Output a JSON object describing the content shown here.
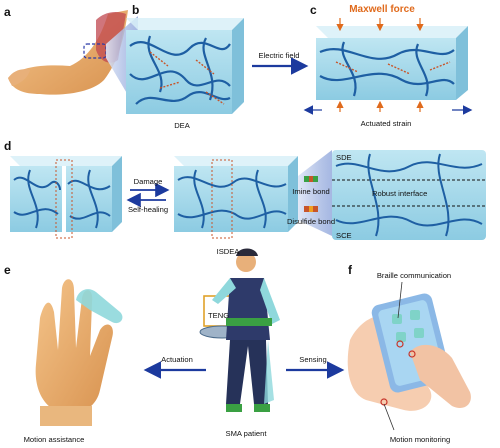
{
  "panels": {
    "a": "a",
    "b": "b",
    "c": "c",
    "d": "d",
    "e": "e",
    "f": "f"
  },
  "labels": {
    "dea": "DEA",
    "electric_field": "Electric field",
    "maxwell_force": "Maxwell force",
    "actuated_strain": "Actuated strain",
    "damage": "Damage",
    "self_healing": "Self-healing",
    "isdea": "ISDEA",
    "imine_bond": "Imine bond",
    "disulfide_bond": "Disulfide bond",
    "sde": "SDE",
    "robust_interface": "Robust interface",
    "sce": "SCE",
    "teng": "TENG",
    "actuation": "Actuation",
    "sensing": "Sensing",
    "motion_assistance": "Motion assistance",
    "sma_patient": "SMA patient",
    "braille_communication": "Braille communication",
    "motion_monitoring": "Motion monitoring"
  },
  "colors": {
    "arrow": "#1c3a9e",
    "maxwell": "#e06a1c",
    "fiber": "#1e5fa3",
    "gel": "#9fd6ea",
    "spring": "#c8552a"
  },
  "icons": [
    "arm-illustration",
    "hand-illustration",
    "patient-figure",
    "phone-illustration"
  ]
}
